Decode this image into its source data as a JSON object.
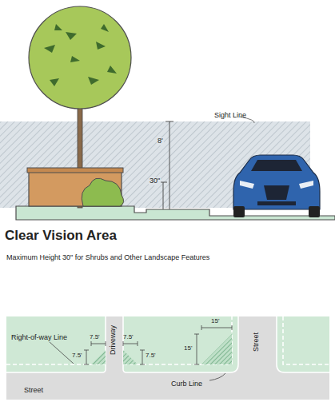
{
  "diagram": {
    "title": "Clear Vision Area",
    "caption": "Maximum Height 30\" for Shrubs and Other Landscape Features",
    "labels": [
      "Sight Line",
      "8'",
      "30\"",
      "Right-of-way Line",
      "7.5'",
      "7.5'",
      "7.5'",
      "7.5'",
      "Driveway",
      "15'",
      "15'",
      "Street",
      "Street",
      "Curb Line"
    ]
  }
}
